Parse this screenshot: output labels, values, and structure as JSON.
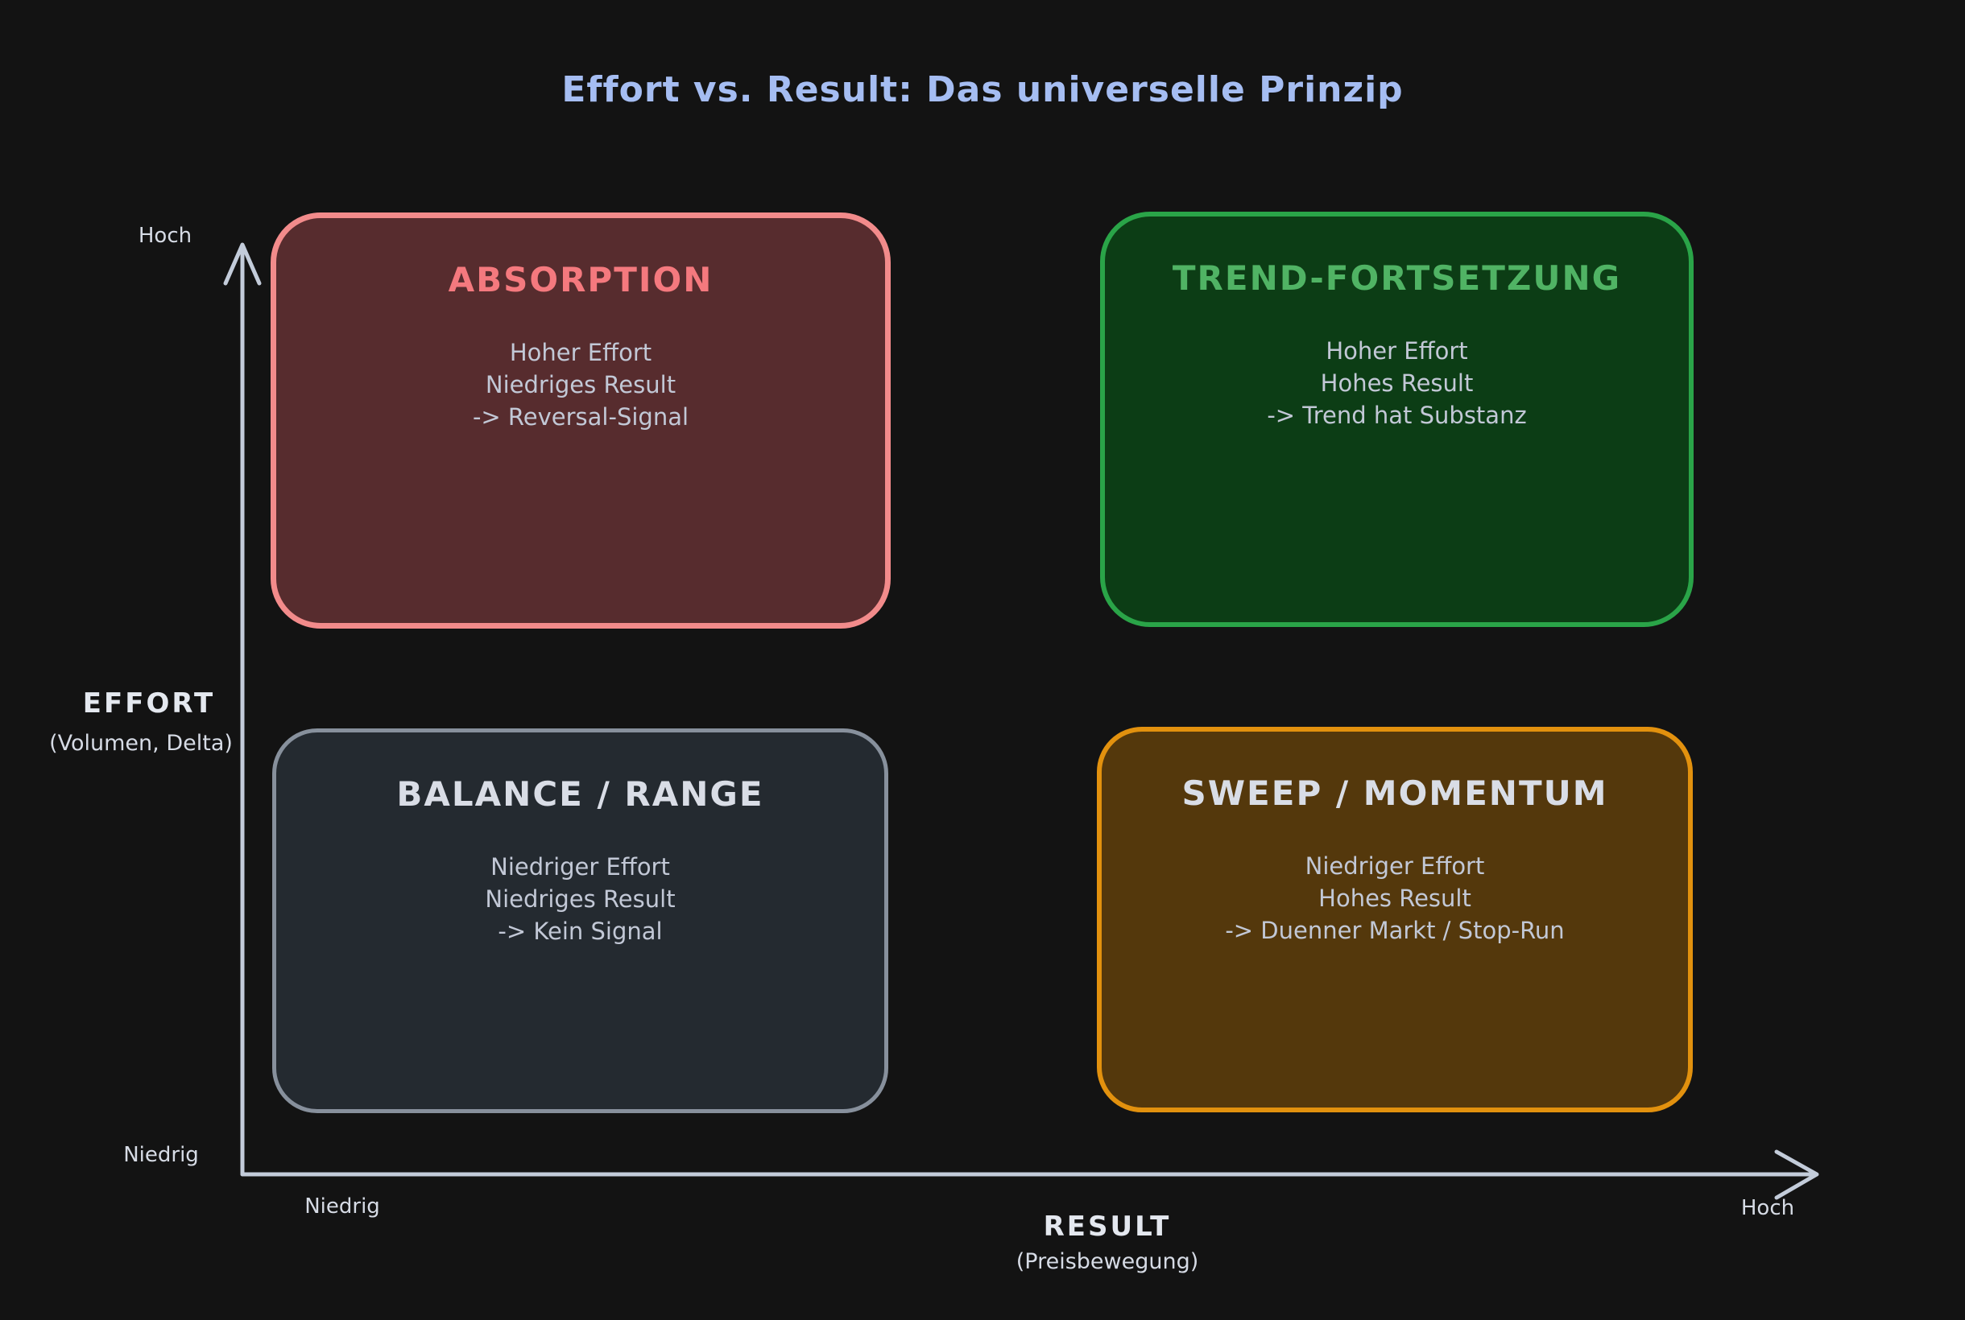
{
  "title": "Effort vs. Result: Das universelle Prinzip",
  "colors": {
    "background": "#131313",
    "title_text": "#a5bdf2",
    "axis": "#c3ccda",
    "axis_label": "#d6dbe5",
    "body_text": "#c2c8d6"
  },
  "axes": {
    "y": {
      "label": "EFFORT",
      "sublabel": "(Volumen, Delta)",
      "high": "Hoch",
      "low": "Niedrig"
    },
    "x": {
      "label": "RESULT",
      "sublabel": "(Preisbewegung)",
      "high": "Hoch",
      "low": "Niedrig"
    }
  },
  "quadrants": [
    {
      "name": "absorption",
      "title": "ABSORPTION",
      "title_color": "#f4797e",
      "fill": "#572c2e",
      "border": "#f28b8b",
      "lines": [
        "Hoher Effort",
        "Niedriges Result",
        "-> Reversal-Signal"
      ]
    },
    {
      "name": "trend-fortsetzung",
      "title": "TREND-FORTSETZUNG",
      "title_color": "#50b364",
      "fill": "#0c3d15",
      "border": "#2aa448",
      "lines": [
        "Hoher Effort",
        "Hohes Result",
        "-> Trend hat Substanz"
      ]
    },
    {
      "name": "balance-range",
      "title": "BALANCE / RANGE",
      "title_color": "#d9dde6",
      "fill": "#242a30",
      "border": "#87909c",
      "lines": [
        "Niedriger Effort",
        "Niedriges Result",
        "-> Kein Signal"
      ]
    },
    {
      "name": "sweep-momentum",
      "title": "SWEEP / MOMENTUM",
      "title_color": "#d9dde6",
      "fill": "#54380c",
      "border": "#e2910e",
      "lines": [
        "Niedriger Effort",
        "Hohes Result",
        "-> Duenner Markt / Stop-Run"
      ]
    }
  ]
}
